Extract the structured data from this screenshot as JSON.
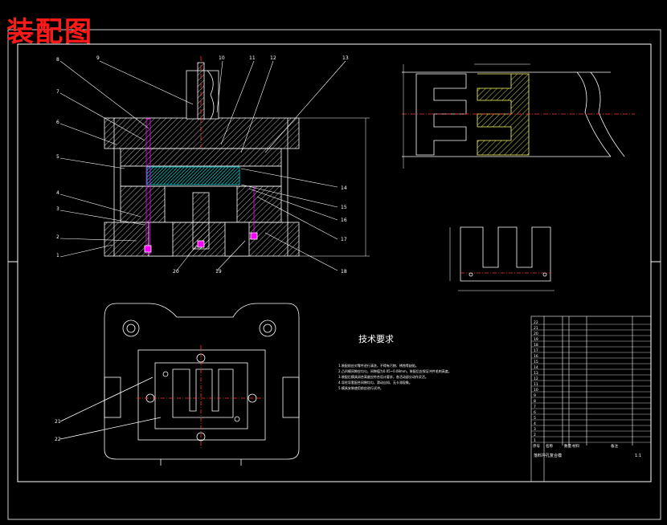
{
  "title": "装配图",
  "technical_requirements": {
    "heading": "技术要求",
    "notes": [
      "1.装配前应对零件进行清洗，不得有污物、锈蚀等缺陷。",
      "2.凸凹模间隙应均匀，间隙值为0.05~0.08mm，装配后应保证冲件毛刺高度。",
      "3.装配后模具闭合高度应符合设计要求，各活动部分动作灵活。",
      "4.导柱导套配合间隙均匀，滑动自如，无卡滞现象。",
      "5.模具安装使用前应进行试冲。"
    ]
  },
  "callouts_left": [
    "8",
    "7",
    "6",
    "5",
    "4",
    "3",
    "2",
    "1"
  ],
  "callouts_top": [
    "9",
    "10",
    "11",
    "12",
    "13"
  ],
  "callouts_right": [
    "14",
    "15",
    "16",
    "17",
    "18"
  ],
  "callouts_bottom": [
    "20",
    "19"
  ],
  "plan_callouts": [
    "21",
    "22"
  ],
  "title_block": {
    "rows": [
      "22",
      "21",
      "20",
      "19",
      "18",
      "17",
      "16",
      "15",
      "14",
      "13",
      "12",
      "11",
      "10",
      "9",
      "8",
      "7",
      "6",
      "5",
      "4",
      "3",
      "2",
      "1"
    ],
    "header": [
      "序号",
      "名称",
      "数量",
      "材料",
      "备注"
    ],
    "drawing_name": "落料冲孔复合模",
    "scale": "1:1"
  },
  "colors": {
    "background": "#000000",
    "line": "#ffffff",
    "title_red": "#ff1a1a",
    "section_cyan": "#00cccc",
    "pin_magenta": "#ff00ff",
    "strip_yellow": "#ffff66",
    "center_red": "#ff3333"
  }
}
